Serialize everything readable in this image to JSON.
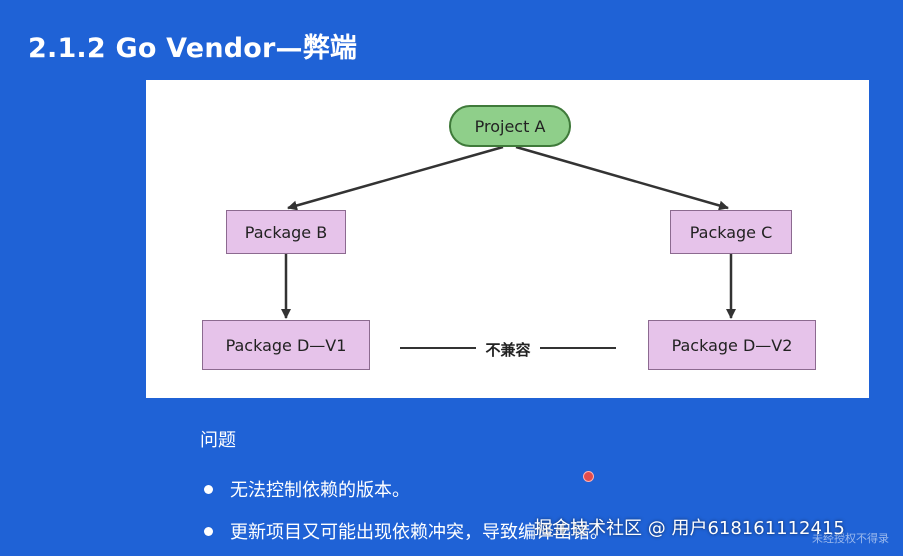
{
  "slide": {
    "title": "2.1.2 Go Vendor—弊端"
  },
  "diagram": {
    "root": "Project A",
    "package_b": "Package B",
    "package_c": "Package C",
    "package_d_v1": "Package D—V1",
    "package_d_v2": "Package D—V2",
    "incompatible_label": "不兼容"
  },
  "content": {
    "heading": "问题",
    "bullets": [
      "无法控制依赖的版本。",
      "更新项目又可能出现依赖冲突，导致编译出错。"
    ]
  },
  "watermark": {
    "text": "掘金技术社区 @ 用户618161112415",
    "faint_text": "未经授权不得录"
  },
  "colors": {
    "background": "#1f62d6",
    "root_node": "#8fcf8a",
    "package_node": "#e6c3ea",
    "cursor_dot": "#e24c4c"
  }
}
